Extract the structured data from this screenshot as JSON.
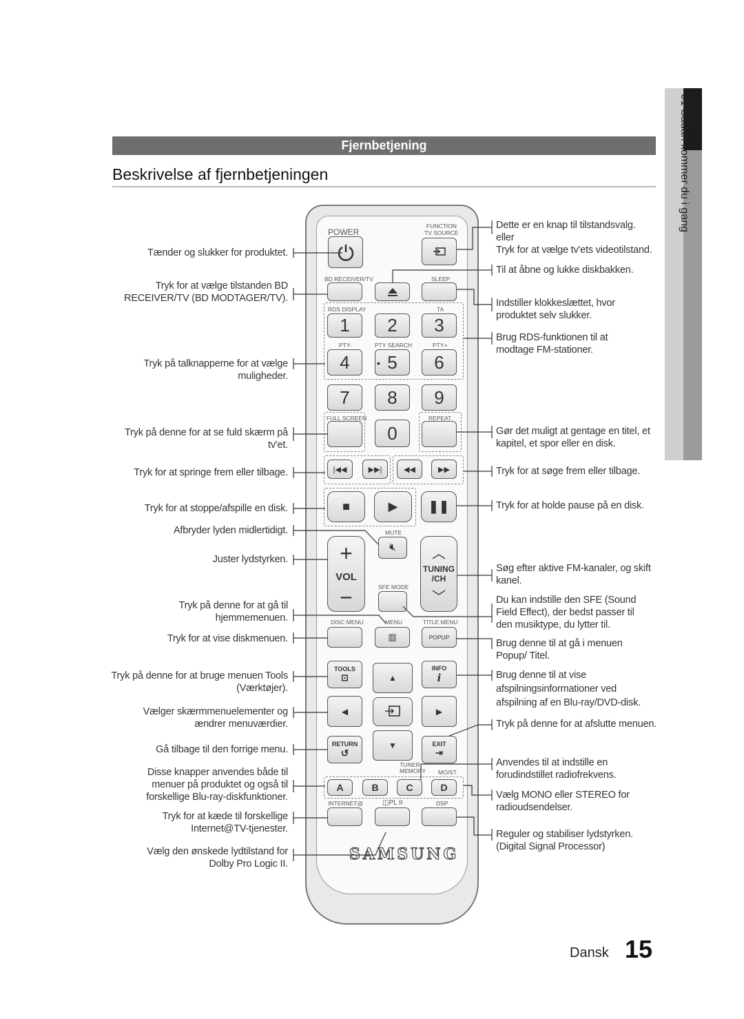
{
  "sidetab": {
    "label": "01  Sådan kommer du i gang"
  },
  "section_title": "Fjernbetjening",
  "page_title": "Beskrivelse af fjernbetjeningen",
  "remote": {
    "power": "POWER",
    "function": "FUNCTION",
    "tv_source": "TV SOURCE",
    "bd_receiver": "BD RECEIVER/TV",
    "sleep": "SLEEP",
    "rds_display": "RDS DISPLAY",
    "ta": "TA",
    "pty_minus": "PTY-",
    "pty_search": "PTY SEARCH",
    "pty_plus": "PTY+",
    "full_screen": "FULL SCREEN",
    "repeat": "REPEAT",
    "mute": "MUTE",
    "vol": "VOL",
    "tuning": "TUNING",
    "ch": "/CH",
    "sfe_mode": "SFE MODE",
    "disc_menu": "DISC MENU",
    "menu": "MENU",
    "title_menu": "TITLE MENU",
    "popup": "POPUP",
    "tools": "TOOLS",
    "info": "INFO",
    "return": "RETURN",
    "exit": "EXIT",
    "tuner_memory": "TUNER MEMORY",
    "mo_st": "MO/ST",
    "internet": "INTERNET@",
    "pl2": "PL II",
    "dsp": "DSP",
    "brand": "SAMSUNG",
    "digits": [
      "1",
      "2",
      "3",
      "4",
      "5",
      "6",
      "7",
      "8",
      "9",
      "0"
    ],
    "abcd": [
      "A",
      "B",
      "C",
      "D"
    ]
  },
  "left_notes": {
    "power": "Tænder og slukker for produktet.",
    "bd_receiver": "Tryk for at vælge tilstanden BD RECEIVER/TV (BD MODTAGER/TV).",
    "numbers": "Tryk på talknapperne for at vælge muligheder.",
    "full_screen": "Tryk på denne for at se fuld skærm på tv'et.",
    "skip": "Tryk for at springe frem eller tilbage.",
    "stop_play": "Tryk for at stoppe/afspille en disk.",
    "mute": "Afbryder lyden midlertidigt.",
    "volume": "Juster lydstyrken.",
    "home_menu": "Tryk på denne for at gå til hjemmemenuen.",
    "disc_menu": "Tryk for at vise diskmenuen.",
    "tools": "Tryk på denne for at bruge menuen Tools (Værktøjer).",
    "navigate": "Vælger skærmmenuelementer og ændrer menuværdier.",
    "return": "Gå tilbage til den forrige menu.",
    "abcd": "Disse knapper anvendes både til menuer på produktet og også til forskellige Blu-ray-diskfunktioner.",
    "internet": "Tryk for at kæde til forskellige Internet@TV-tjenester.",
    "pl2": "Vælg den ønskede lydtilstand for Dolby Pro Logic II."
  },
  "right_notes": {
    "function_1": "Dette er en knap til tilstandsvalg.",
    "function_2": "eller",
    "function_3": "Tryk for at vælge tv'ets videotilstand.",
    "eject": "Til at åbne og lukke diskbakken.",
    "sleep": "Indstiller klokkeslættet, hvor produktet selv slukker.",
    "rds": "Brug RDS-funktionen til at modtage FM-stationer.",
    "repeat": "Gør det muligt at gentage en titel, et kapitel, et spor eller en disk.",
    "search": "Tryk for at søge frem eller tilbage.",
    "pause": "Tryk for at holde pause på en disk.",
    "tuning": "Søg efter aktive FM-kanaler, og skift kanel.",
    "sfe": "Du kan indstille den SFE (Sound Field Effect), der bedst passer til den musiktype, du lytter til.",
    "popup": "Brug denne til at gå i menuen Popup/ Titel.",
    "info": "Brug denne til at vise afspilningsinformationer ved afspilning af en Blu-ray/DVD-disk.",
    "exit": "Tryk på denne for at afslutte menuen.",
    "tuner_memory": "Anvendes til at indstille en forudindstillet radiofrekvens.",
    "mo_st": "Vælg MONO eller STEREO for radioudsendelser.",
    "dsp": "Reguler og stabiliser lydstyrken. (Digital Signal Processor)"
  },
  "footer": {
    "language": "Dansk",
    "page": "15"
  }
}
